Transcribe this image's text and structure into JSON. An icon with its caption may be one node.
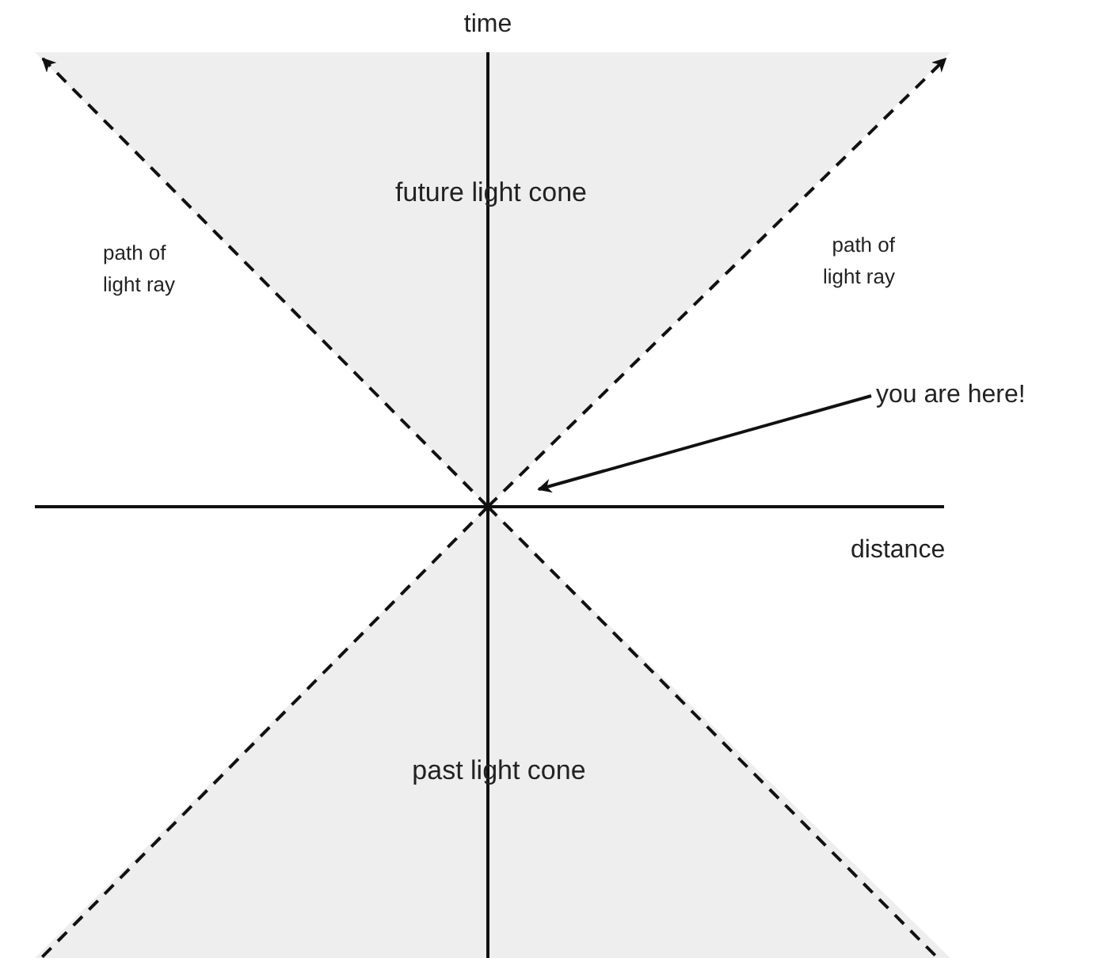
{
  "diagram": {
    "nodes": [
      {
        "text": [
          "future light cone"
        ]
      },
      {
        "text": [
          "past light cone"
        ]
      },
      {
        "text": [
          "you are here!"
        ]
      }
    ],
    "edges": [
      {
        "from": 2,
        "to": 0,
        "arrow": "to"
      }
    ],
    "labels": [
      "time",
      "path of light ray",
      "path of light ray",
      "distance"
    ]
  }
}
